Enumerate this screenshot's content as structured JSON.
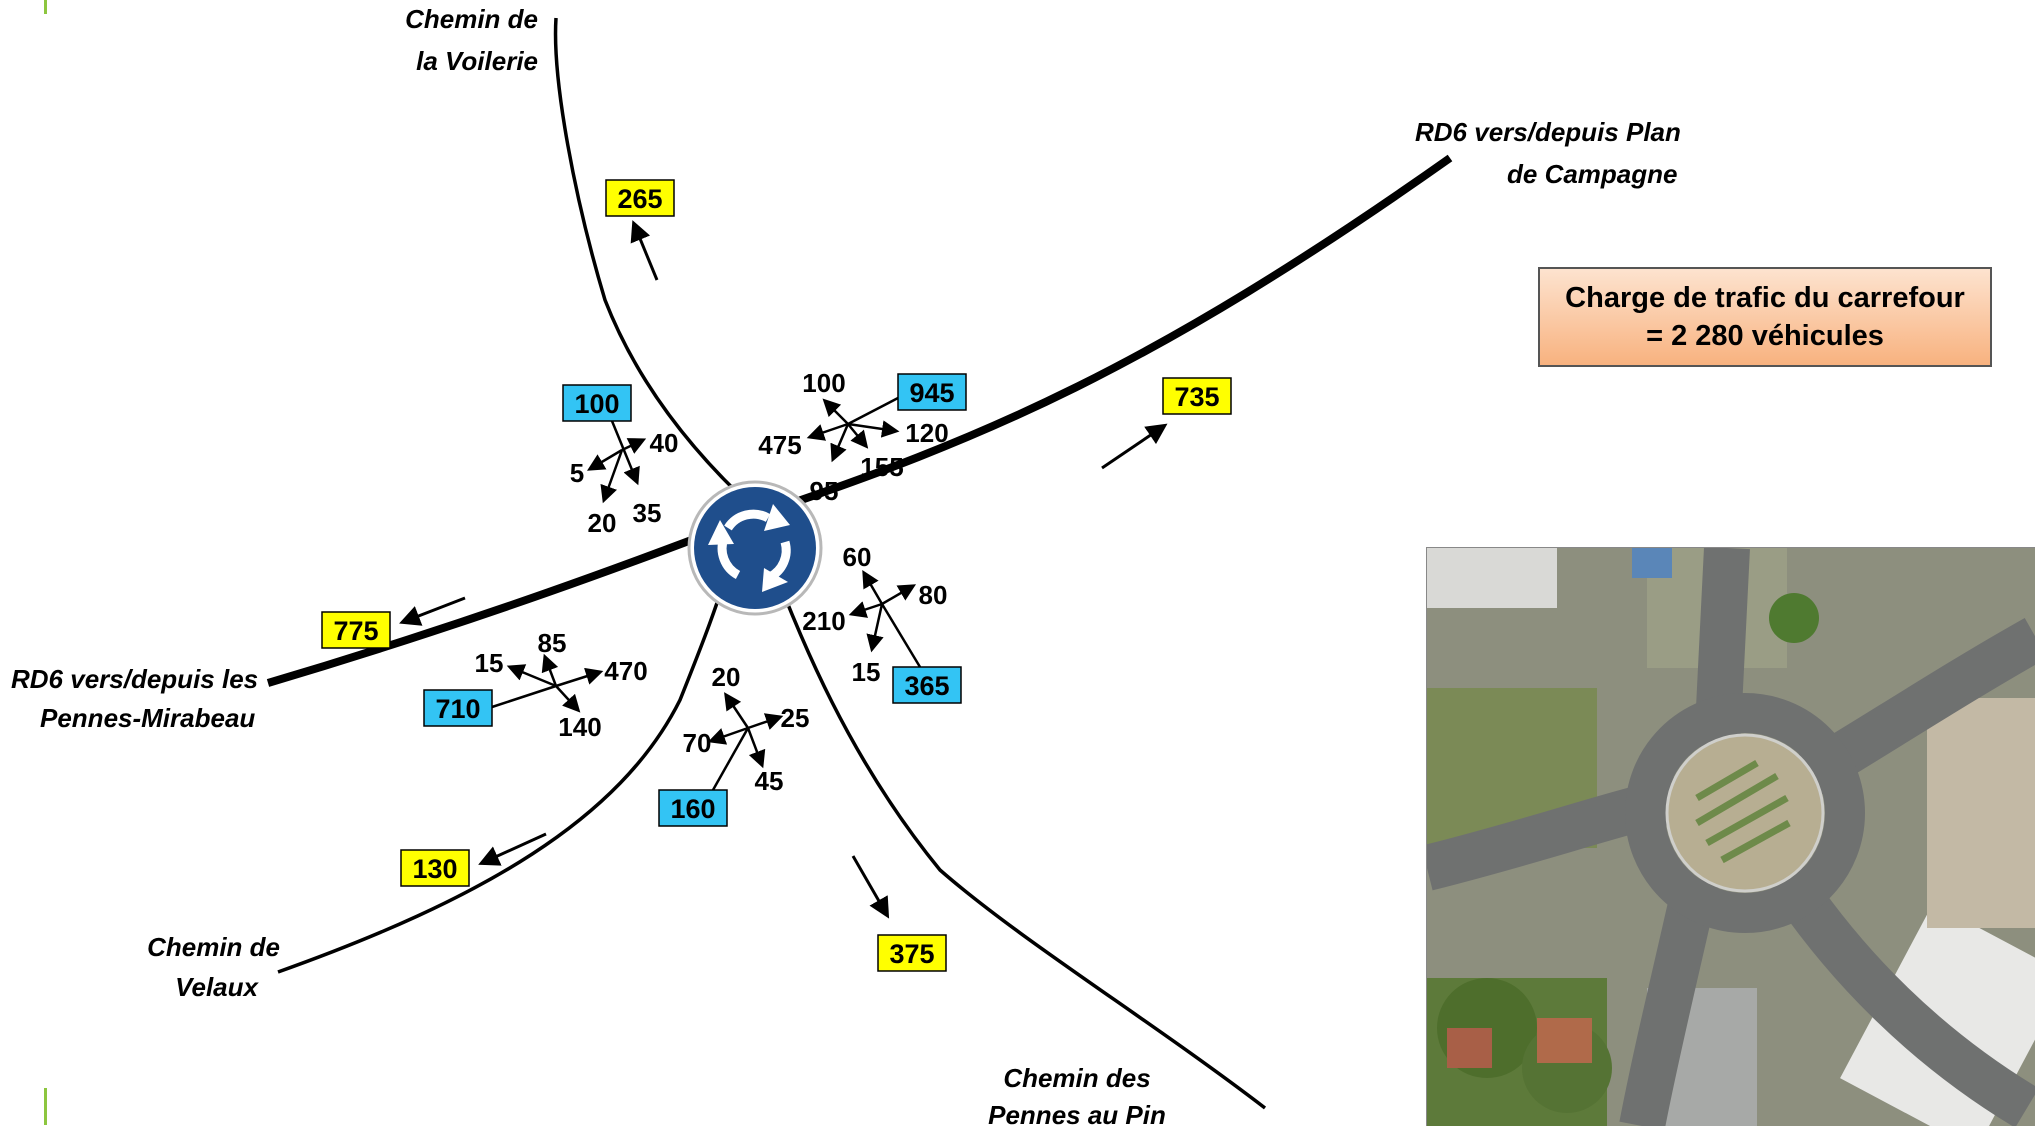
{
  "roads": {
    "voilerie": [
      "Chemin de",
      "la Voilerie"
    ],
    "plan_campagne": [
      "RD6 vers/depuis Plan",
      "de Campagne"
    ],
    "pennes_mirabeau": [
      "RD6 vers/depuis les",
      "Pennes-Mirabeau"
    ],
    "velaux": [
      "Chemin de",
      "Velaux"
    ],
    "pennes_pin": [
      "Chemin des",
      "Pennes au Pin"
    ]
  },
  "outflows": {
    "voilerie": "265",
    "plan_campagne": "735",
    "pennes_mirabeau": "775",
    "velaux": "130",
    "pennes_pin": "375"
  },
  "approaches": {
    "voilerie": {
      "total": "100",
      "left": "5",
      "right": "40",
      "down_left": "20",
      "down_right": "35"
    },
    "plan_campagne": {
      "total": "945",
      "up": "100",
      "right": "120",
      "left": "475",
      "down_left": "95",
      "down_right": "155"
    },
    "pennes_pin": {
      "total": "365",
      "up": "60",
      "right": "80",
      "left": "210",
      "down": "15"
    },
    "velaux": {
      "total": "160",
      "up": "20",
      "right": "25",
      "left": "70",
      "down": "45"
    },
    "pennes_mirabeau": {
      "total": "710",
      "up": "85",
      "left": "15",
      "right": "470",
      "down": "140"
    }
  },
  "charge": {
    "line1": "Charge de trafic du carrefour",
    "line2": "= 2 280 véhicules"
  },
  "colors": {
    "outflow_box": "#ffff00",
    "approach_box": "#33c4f4",
    "roundabout_sign": "#1f4e8c",
    "accent": "#8dc63f"
  }
}
